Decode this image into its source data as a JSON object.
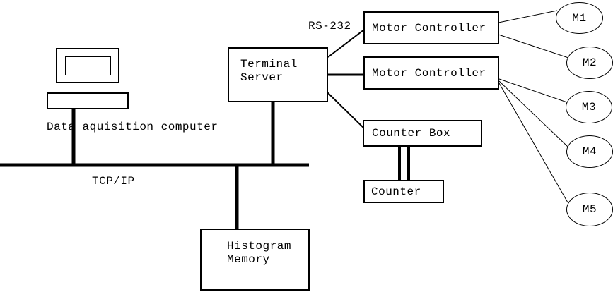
{
  "diagram": {
    "labels": {
      "computer": "Data aquisition computer",
      "bus": "TCP/IP",
      "serial": "RS-232"
    },
    "nodes": {
      "terminal_server": {
        "line1": "Terminal",
        "line2": "Server"
      },
      "motor_controller_1": "Motor Controller",
      "motor_controller_2": "Motor Controller",
      "counter_box": "Counter Box",
      "counter": "Counter",
      "histogram_memory": {
        "line1": "Histogram",
        "line2": "Memory"
      }
    },
    "motors": [
      "M1",
      "M2",
      "M3",
      "M4",
      "M5"
    ],
    "colors": {
      "line": "#000000",
      "background": "#ffffff"
    }
  }
}
